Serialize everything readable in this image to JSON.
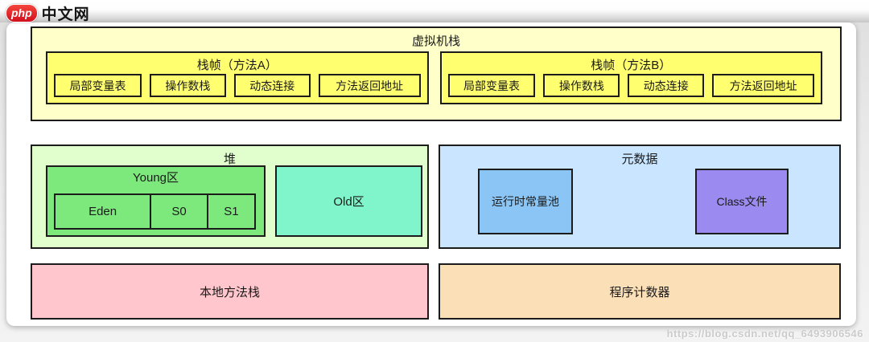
{
  "logo": {
    "badge": "php",
    "site": "中文网"
  },
  "diagram": {
    "vm_stack": {
      "title": "虚拟机栈",
      "frames": [
        {
          "title": "栈帧（方法A）",
          "slots": [
            "局部变量表",
            "操作数栈",
            "动态连接",
            "方法返回地址"
          ]
        },
        {
          "title": "栈帧（方法B）",
          "slots": [
            "局部变量表",
            "操作数栈",
            "动态连接",
            "方法返回地址"
          ]
        }
      ]
    },
    "heap": {
      "title": "堆",
      "young": {
        "title": "Young区",
        "regions": [
          "Eden",
          "S0",
          "S1"
        ]
      },
      "old": {
        "title": "Old区"
      }
    },
    "metaspace": {
      "title": "元数据",
      "runtime_constant_pool": "运行时常量池",
      "class_file": "Class文件"
    },
    "native_method_stack": {
      "title": "本地方法栈"
    },
    "program_counter": {
      "title": "程序计数器"
    }
  },
  "watermark": "https://blog.csdn.net/qq_6493906546",
  "colors": {
    "vm_stack_bg": "#ffffc9",
    "stack_frame_bg": "#ffff70",
    "heap_bg": "#e1ffcd",
    "young_bg": "#7de97d",
    "old_bg": "#80f5cb",
    "metaspace_bg": "#c9e5ff",
    "constant_pool_bg": "#8ac5f6",
    "class_file_bg": "#9b8bf0",
    "native_stack_bg": "#ffc7cd",
    "pc_register_bg": "#fbdfb7",
    "border": "#1c1c1c",
    "logo_red": "#d20f1e"
  }
}
